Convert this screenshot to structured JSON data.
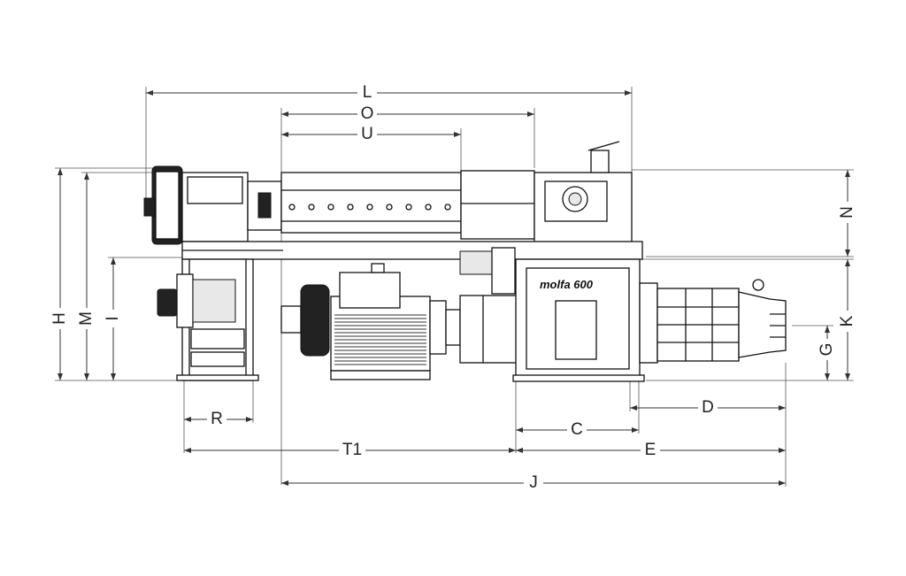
{
  "diagram": {
    "logo_text": "molfa 600",
    "dimensions": {
      "L": "L",
      "O": "O",
      "U": "U",
      "N": "N",
      "H": "H",
      "M": "M",
      "I": "I",
      "K": "K",
      "G": "G",
      "R": "R",
      "D": "D",
      "C": "C",
      "T1": "T1",
      "E": "E",
      "J": "J"
    }
  }
}
